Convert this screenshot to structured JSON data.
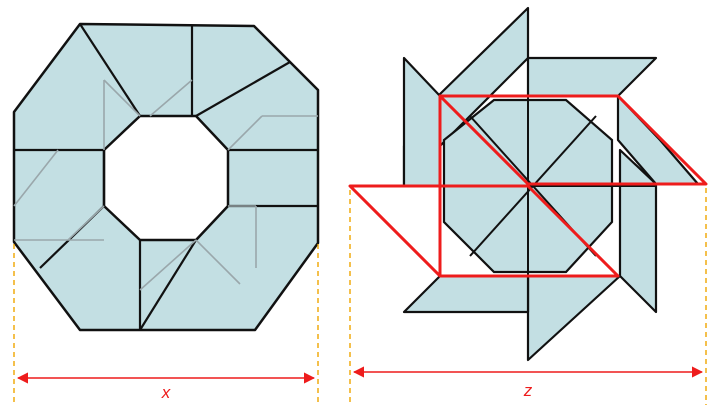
{
  "colors": {
    "fill": "#c3dfe3",
    "outline": "#111111",
    "crease": "#9aa7ab",
    "red": "#ee1c1c",
    "guide": "#f0a500"
  },
  "figures": [
    {
      "name": "assembled-octagon-ring",
      "dimension": {
        "label": "x"
      }
    },
    {
      "name": "pinwheel-star",
      "dimension": {
        "label": "z"
      }
    }
  ]
}
